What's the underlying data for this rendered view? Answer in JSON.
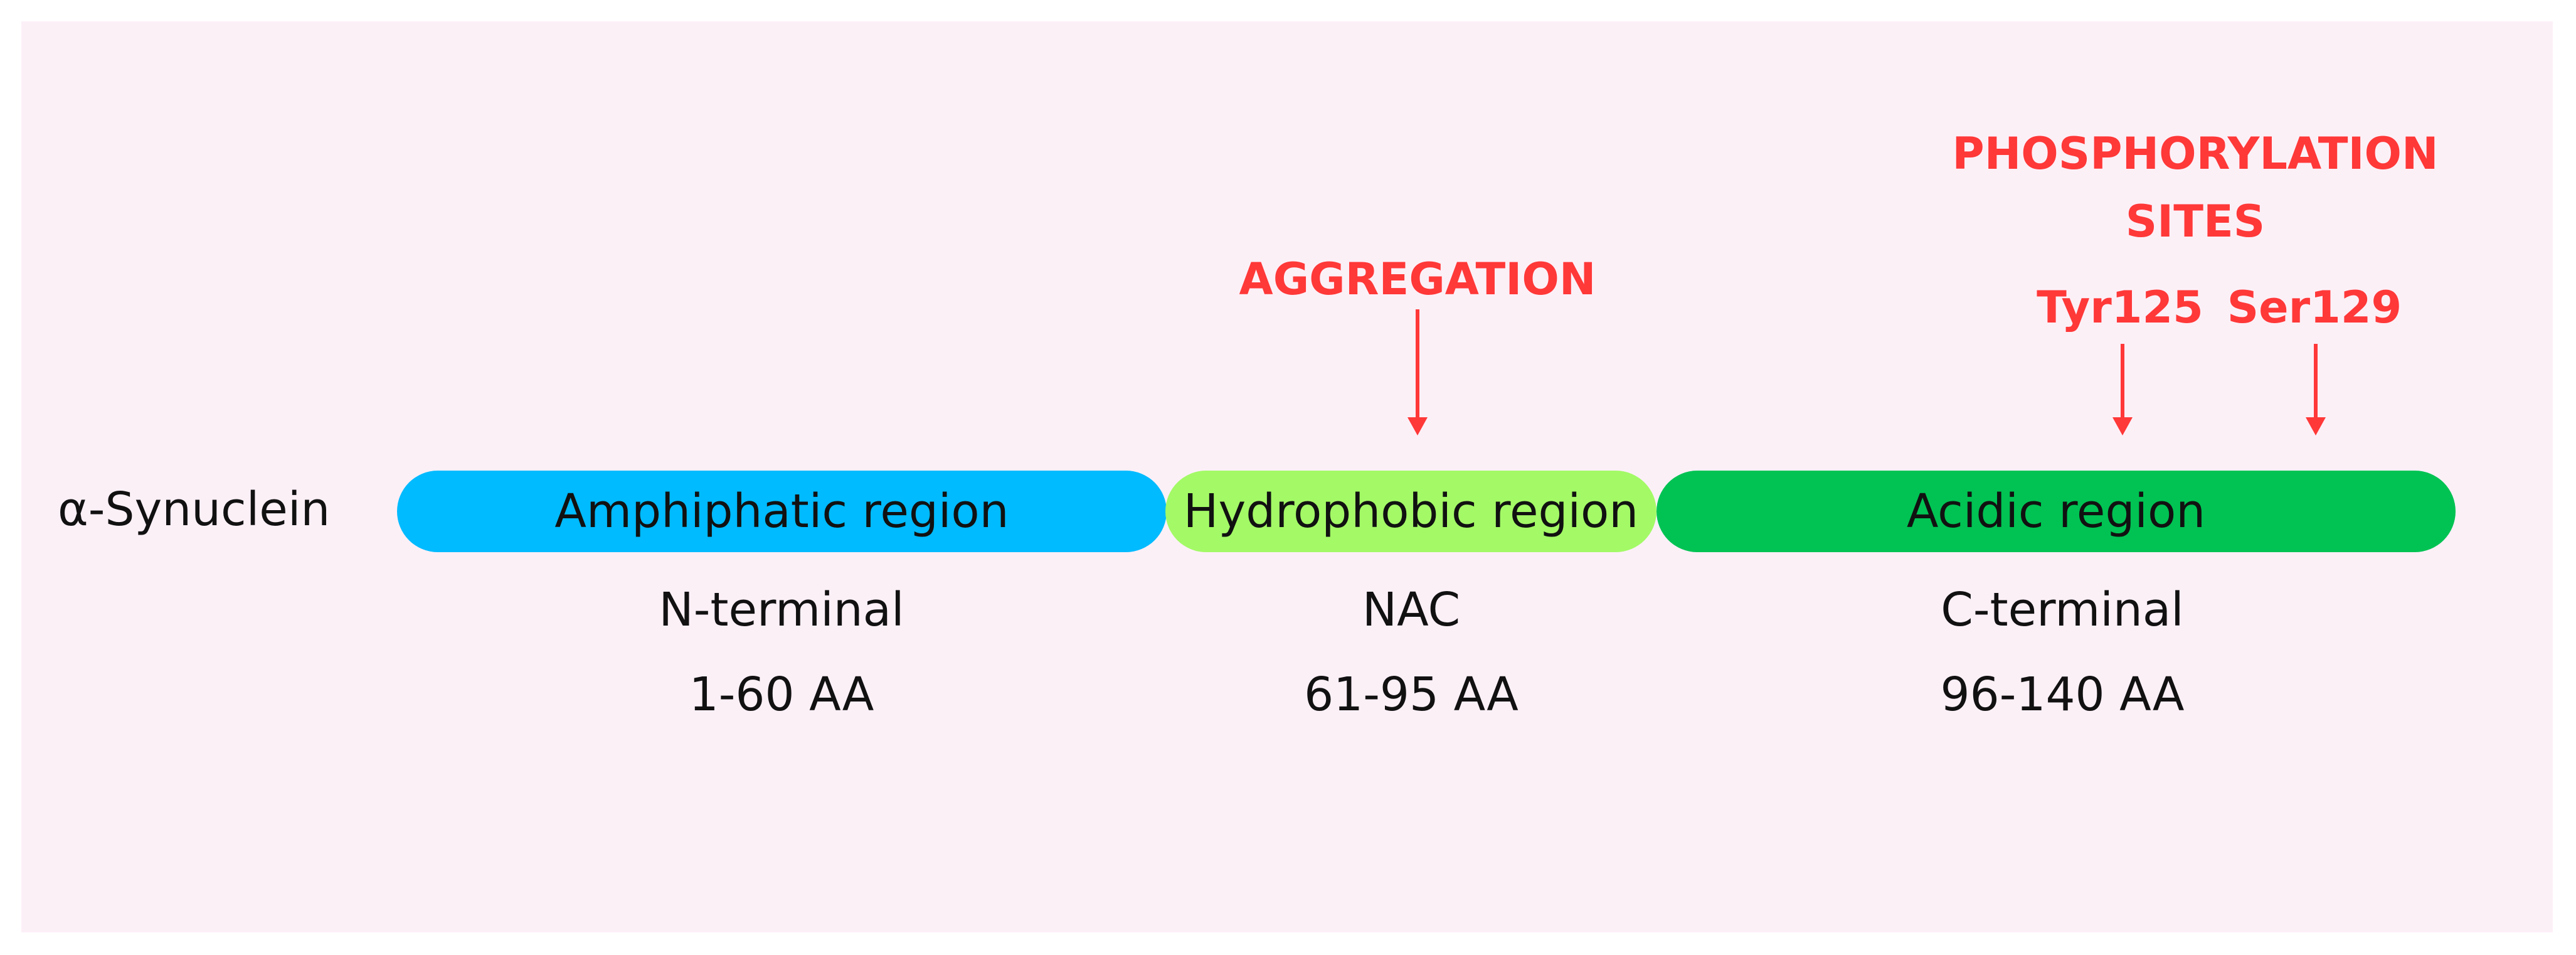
{
  "protein": {
    "name": "α-Synuclein"
  },
  "colors": {
    "background": "#fcf0f7",
    "amphiphatic": "#00bbff",
    "hydrophobic": "#a3fa66",
    "acidic": "#00c353",
    "annotation": "#ff3838"
  },
  "regions": [
    {
      "label": "Amphiphatic region",
      "terminal": "N-terminal",
      "range": "1-60 AA"
    },
    {
      "label": "Hydrophobic region",
      "terminal": "NAC",
      "range": "61-95 AA"
    },
    {
      "label": "Acidic region",
      "terminal": "C-terminal",
      "range": "96-140 AA"
    }
  ],
  "annotations": {
    "aggregation": "AGGREGATION",
    "phosphorylation_line1": "PHOSPHORYLATION",
    "phosphorylation_line2": "SITES",
    "sites": [
      "Tyr125",
      "Ser129"
    ]
  }
}
